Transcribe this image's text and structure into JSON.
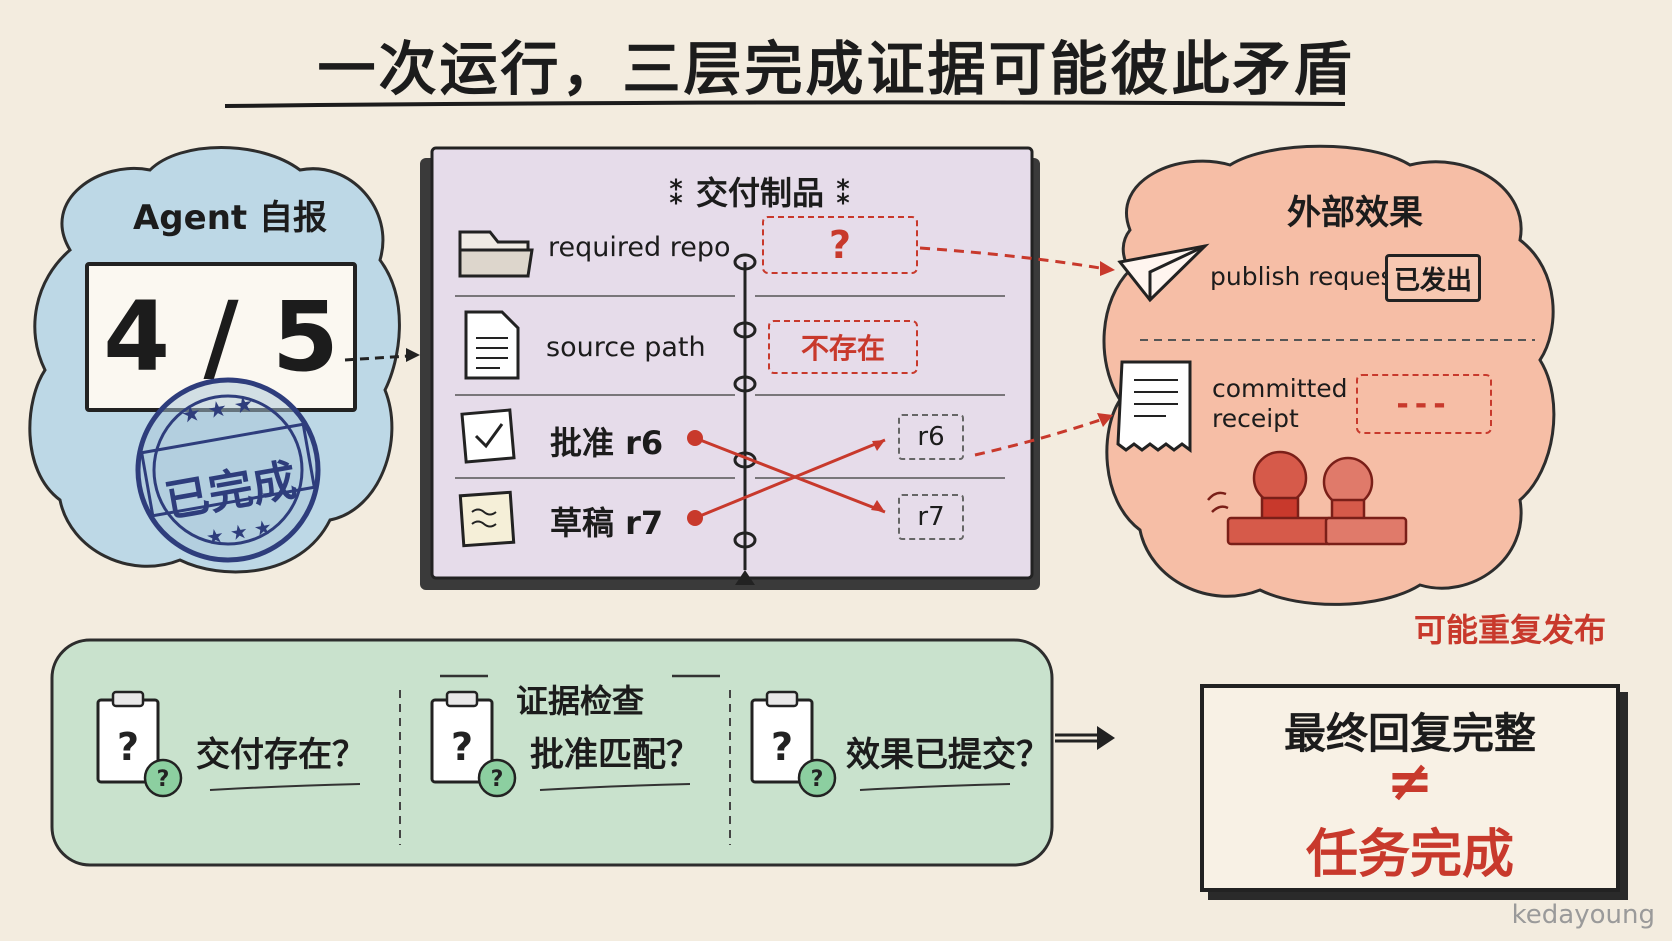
{
  "title": "一次运行，三层完成证据可能彼此矛盾",
  "agent_report": {
    "title": "Agent 自报",
    "score": "4 / 5",
    "stamp": "已完成"
  },
  "artifacts": {
    "title": "交付制品",
    "rows": [
      {
        "label": "required repo",
        "icon": "folder-icon",
        "status": "?"
      },
      {
        "label": "source path",
        "icon": "document-icon",
        "status": "不存在"
      },
      {
        "label": "批准 r6",
        "icon": "checklist-icon",
        "ref": "r6"
      },
      {
        "label": "草稿 r7",
        "icon": "draft-note-icon",
        "ref": "r7"
      }
    ]
  },
  "external_effects": {
    "title": "外部效果",
    "publish_label": "publish request",
    "publish_status": "已发出",
    "receipt_label_line1": "committed",
    "receipt_label_line2": "receipt",
    "receipt_status": "---",
    "warning": "可能重复发布"
  },
  "evidence_check": {
    "title": "证据检查",
    "items": [
      {
        "label": "交付存在？",
        "icon": "clipboard-question-icon"
      },
      {
        "label": "批准匹配？",
        "icon": "clipboard-question-icon"
      },
      {
        "label": "效果已提交？",
        "icon": "clipboard-question-icon"
      }
    ]
  },
  "final": {
    "top": "最终回复完整",
    "neq": "≠",
    "bottom": "任务完成"
  },
  "watermark": "kedayoung",
  "colors": {
    "background": "#f3ecdf",
    "blue_cloud": "#bdd8e6",
    "notebook": "#e6dcea",
    "red_cloud": "#f6bea6",
    "green_panel": "#c9e2cd",
    "accent_red": "#c8392c",
    "stamp_blue": "#2e3d7c"
  }
}
